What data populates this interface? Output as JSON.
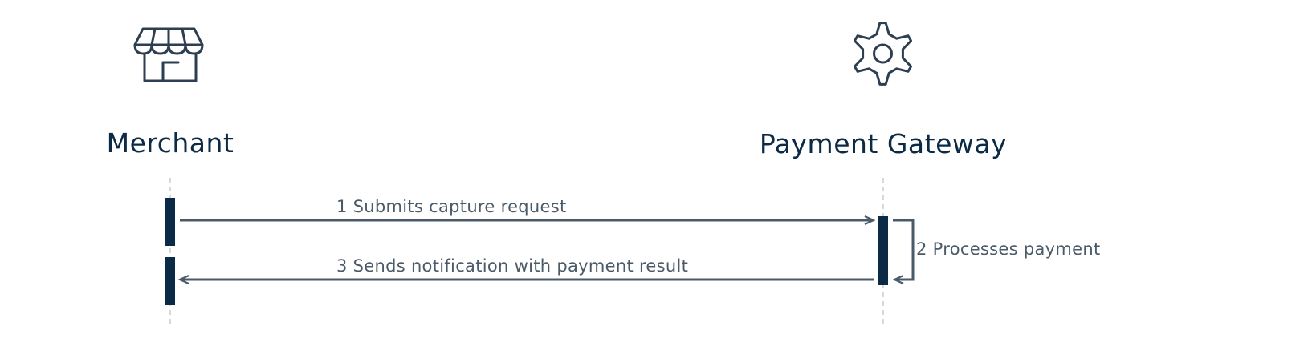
{
  "actors": [
    {
      "label": "Merchant",
      "icon": "storefront-icon"
    },
    {
      "label": "Payment Gateway",
      "icon": "gear-icon"
    }
  ],
  "messages": [
    {
      "label": "1 Submits capture request",
      "from": "Merchant",
      "to": "Payment Gateway"
    },
    {
      "label": "2 Processes payment",
      "from": "Payment Gateway",
      "to": "Payment Gateway"
    },
    {
      "label": "3 Sends notification with payment result",
      "from": "Payment Gateway",
      "to": "Merchant"
    }
  ],
  "colors": {
    "actor_text": "#0b2a45",
    "message_text": "#4a5a68",
    "activation_bar": "#0b2a45",
    "arrow": "#4a5a68",
    "icon": "#2c3e50",
    "lifeline": "#b9c0c6"
  }
}
